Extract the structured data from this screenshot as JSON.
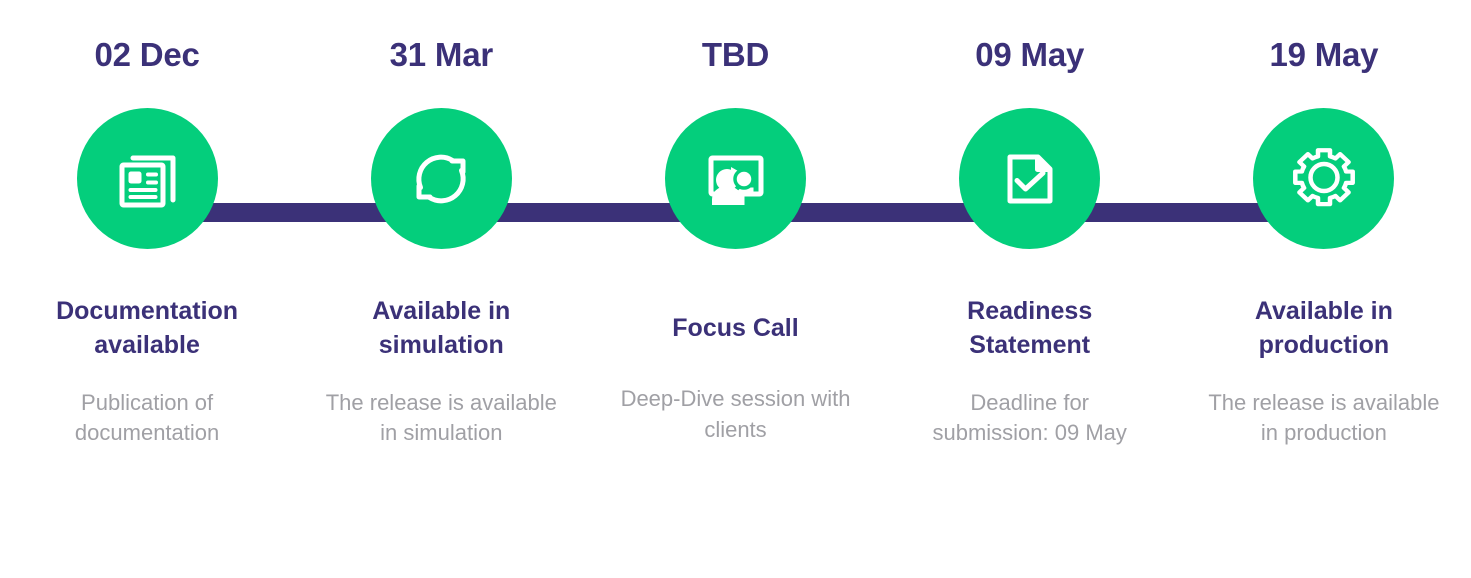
{
  "theme": {
    "accent_green": "#04ce7c",
    "rail_purple": "#3b3178",
    "title_purple": "#3b3178",
    "description_gray": "#a0a0a5",
    "background": "#ffffff"
  },
  "timeline": {
    "steps": [
      {
        "date": "02 Dec",
        "icon": "newspaper-icon",
        "title": "Documentation\navailable",
        "description": "Publication of documentation"
      },
      {
        "date": "31 Mar",
        "icon": "refresh-sync-icon",
        "title": "Available in\nsimulation",
        "description": "The release is available in simulation"
      },
      {
        "date": "TBD",
        "icon": "webinar-presentation-icon",
        "title": "Focus Call",
        "description": "Deep-Dive session with clients"
      },
      {
        "date": "09 May",
        "icon": "document-check-icon",
        "title": "Readiness\nStatement",
        "description": "Deadline for submission: 09 May"
      },
      {
        "date": "19 May",
        "icon": "gear-icon",
        "title": "Available in\nproduction",
        "description": "The release is available in production"
      }
    ]
  }
}
